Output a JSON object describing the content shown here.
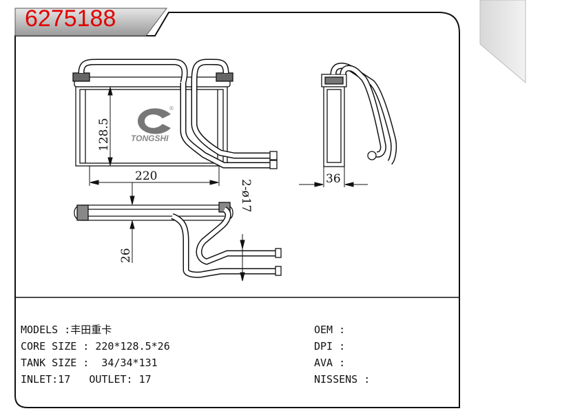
{
  "header": {
    "part_number": "6275188"
  },
  "logo": {
    "text": "TONGSHI",
    "mark": "®"
  },
  "dimensions": {
    "height": "128.5",
    "width": "220",
    "depth": "36",
    "tube_thickness": "26",
    "pipes": "2-ø17"
  },
  "specs_left": [
    {
      "label": "MODELS :",
      "value": "丰田重卡"
    },
    {
      "label": "CORE SIZE : ",
      "value": "220*128.5*26"
    },
    {
      "label": "TANK SIZE :  ",
      "value": "34/34*131"
    },
    {
      "label": "INLET:17   OUTLET: ",
      "value": "17"
    }
  ],
  "specs_right": [
    {
      "label": "OEM :",
      "value": ""
    },
    {
      "label": "DPI :",
      "value": ""
    },
    {
      "label": "AVA :",
      "value": ""
    },
    {
      "label": "NISSENS :",
      "value": ""
    }
  ],
  "colors": {
    "part_number": "#e10000",
    "line": "#111111",
    "tab_gray": "#c8c8c8"
  }
}
